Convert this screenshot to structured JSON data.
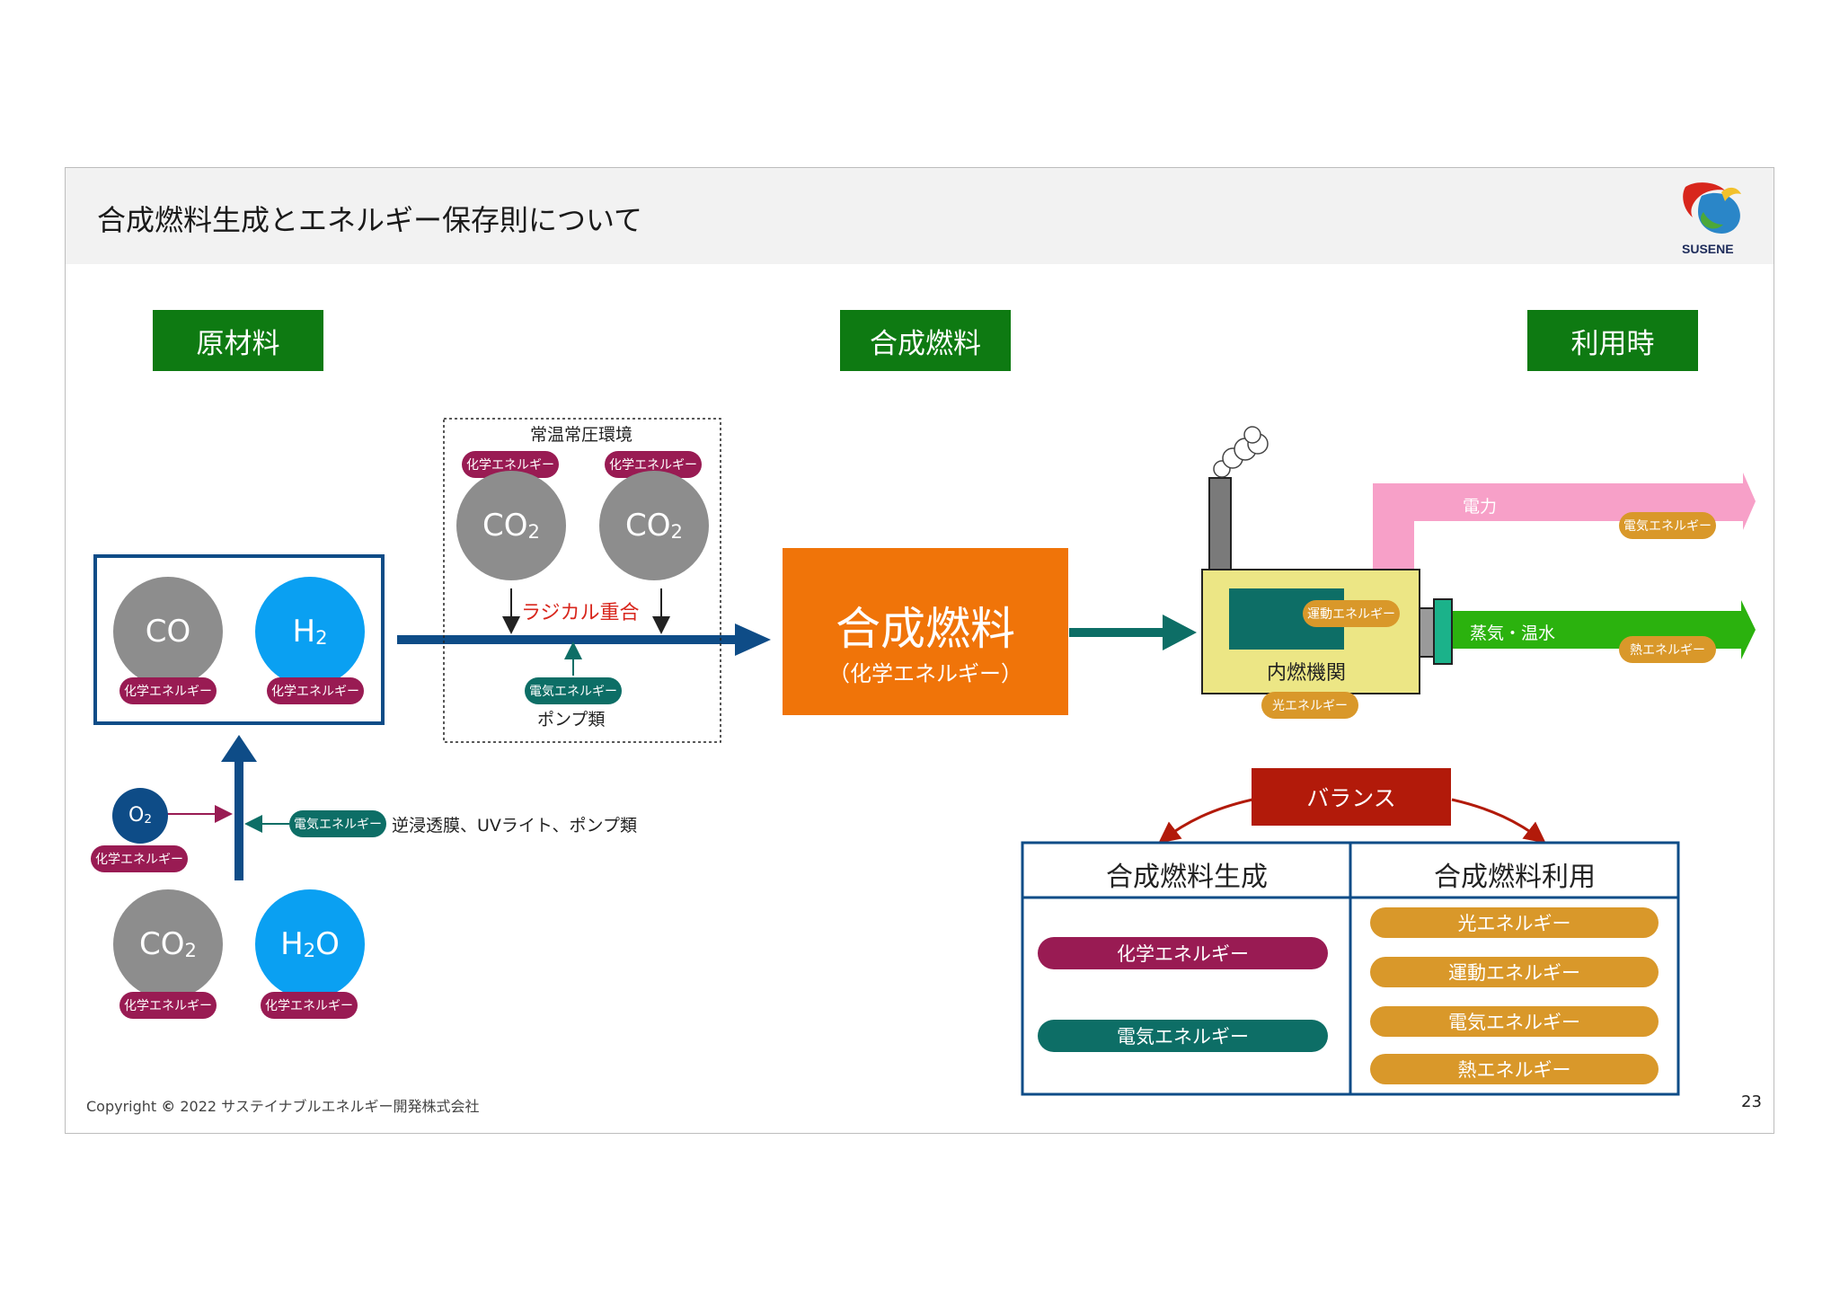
{
  "header": {
    "title": "合成燃料生成とエネルギー保存則について",
    "logo_text": "SUSENE"
  },
  "sections": {
    "raw": "原材料",
    "synthetic": "合成燃料",
    "usage": "利用時"
  },
  "left": {
    "co": "CO",
    "h2_base": "H",
    "h2_sub": "2",
    "co_energy": "化学エネルギー",
    "h2_energy": "化学エネルギー",
    "o2_base": "O",
    "o2_sub": "2",
    "o2_energy": "化学エネルギー",
    "co2_base": "CO",
    "co2_sub": "2",
    "co2_energy": "化学エネルギー",
    "h2o_base": "H",
    "h2o_sub": "2",
    "h2o_tail": "O",
    "h2o_energy": "化学エネルギー",
    "elec_pill": "電気エネルギー",
    "elec_text": "逆浸透膜、UVライト、ポンプ類"
  },
  "process": {
    "box_title": "常温常圧環境",
    "co2_a_base": "CO",
    "co2_a_sub": "2",
    "co2_a_energy": "化学エネルギー",
    "co2_b_base": "CO",
    "co2_b_sub": "2",
    "co2_b_energy": "化学エネルギー",
    "reaction": "ラジカル重合",
    "elec_pill": "電気エネルギー",
    "pumps": "ポンプ類"
  },
  "fuel": {
    "main": "合成燃料",
    "sub": "（化学エネルギー）"
  },
  "engine": {
    "label": "内燃機関",
    "motion_pill": "運動エネルギー",
    "light_pill": "光エネルギー",
    "power_label": "電力",
    "power_pill": "電気エネルギー",
    "steam_label": "蒸気・温水",
    "steam_pill": "熱エネルギー"
  },
  "balance": {
    "label": "バランス",
    "col_left": "合成燃料生成",
    "col_right": "合成燃料利用",
    "left_items": [
      "化学エネルギー",
      "電気エネルギー"
    ],
    "right_items": [
      "光エネルギー",
      "運動エネルギー",
      "電気エネルギー",
      "熱エネルギー"
    ]
  },
  "colors": {
    "section_green": "#0e7a12",
    "fuel_orange": "#f07409",
    "balance_red": "#b21a0a",
    "chem_maroon": "#991b53",
    "elec_teal": "#0d6e66",
    "energy_gold": "#d9982a",
    "power_pink": "#f7a0c8",
    "steam_green": "#2bb20e",
    "arrow_navy": "#0e4c87"
  },
  "footer": {
    "copyright": "Copyright",
    "copyright_symbol": "©",
    "company": "2022 サステイナブルエネルギー開発株式会社",
    "page": "23"
  }
}
